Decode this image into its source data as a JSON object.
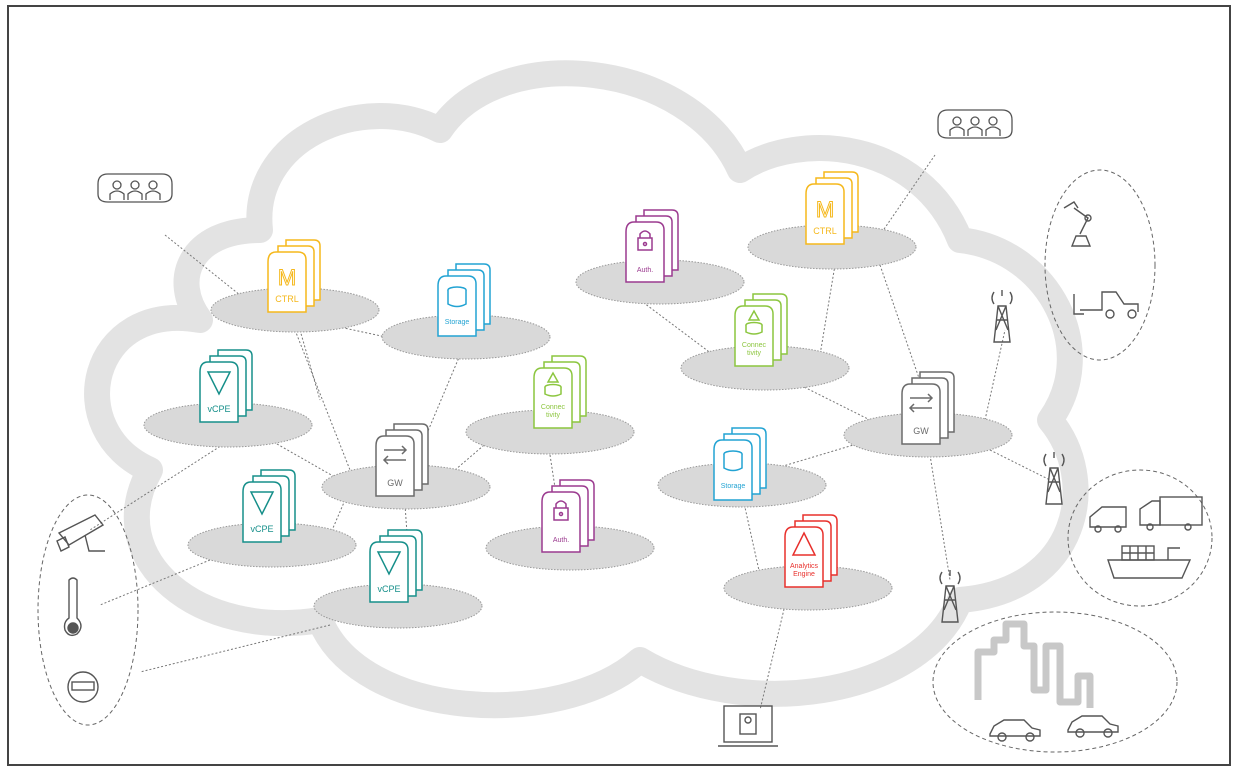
{
  "colors": {
    "ctrl": "#f5b81c",
    "storage": "#22a3d3",
    "vcpe": "#168f8a",
    "gw": "#6b6b6b",
    "connectivity": "#8cc63f",
    "auth": "#9b3a8f",
    "analytics": "#e8302c",
    "platform": "#d8d8d8",
    "cloud": "#e2e2e2",
    "device": "#555555"
  },
  "labels": {
    "ctrl": "CTRL",
    "storage": "Storage",
    "vcpe": "vCPE",
    "gw": "GW",
    "connectivity_1": "Connec",
    "connectivity_2": "tivity",
    "auth": "Auth.",
    "analytics_1": "Analytics",
    "analytics_2": "Engine"
  },
  "icons": {
    "ctrl": "m-letter-icon",
    "storage": "database-icon",
    "vcpe": "triangle-down-icon",
    "gw": "arrows-exchange-icon",
    "connectivity": "triangle-database-icon",
    "auth": "lock-icon",
    "analytics": "warning-triangle-icon",
    "users": "people-group-icon",
    "camera": "security-camera-icon",
    "thermometer": "thermometer-icon",
    "meter": "meter-icon",
    "robot": "robot-arm-icon",
    "forklift": "forklift-icon",
    "tower": "antenna-tower-icon",
    "van": "van-icon",
    "truck": "truck-icon",
    "ship": "cargo-ship-icon",
    "city": "city-skyline-icon",
    "car": "car-icon",
    "laptop": "laptop-icon"
  }
}
